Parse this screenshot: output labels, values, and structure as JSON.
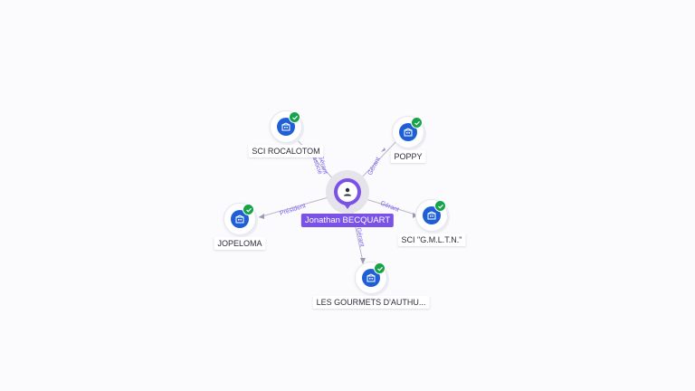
{
  "center": {
    "name": "Jonathan BECQUART",
    "icon": "person-icon",
    "color": "#7b52e8"
  },
  "companies": [
    {
      "id": "sci-rocalotom",
      "label": "SCI ROCALOTOM",
      "icon": "building-icon",
      "verified": true
    },
    {
      "id": "poppy",
      "label": "POPPY",
      "icon": "building-icon",
      "verified": true
    },
    {
      "id": "jopeloma",
      "label": "JOPELOMA",
      "icon": "building-icon",
      "verified": true
    },
    {
      "id": "sci-gmltn",
      "label": "SCI \"G.M.L.T.N.\"",
      "icon": "building-icon",
      "verified": true
    },
    {
      "id": "les-gourmets",
      "label": "LES GOURMETS D'AUTHU...",
      "icon": "building-icon",
      "verified": true
    }
  ],
  "edges": [
    {
      "to": "sci-rocalotom",
      "label": "Gérant",
      "label2": "Associé"
    },
    {
      "to": "poppy",
      "label": "Gérant"
    },
    {
      "to": "jopeloma",
      "label": "Président"
    },
    {
      "to": "sci-gmltn",
      "label": "Gérant"
    },
    {
      "to": "les-gourmets",
      "label": "Gérant"
    }
  ],
  "colors": {
    "company": "#1f5fd6",
    "verified": "#17a34a",
    "edge_label": "#7a5cf0"
  }
}
